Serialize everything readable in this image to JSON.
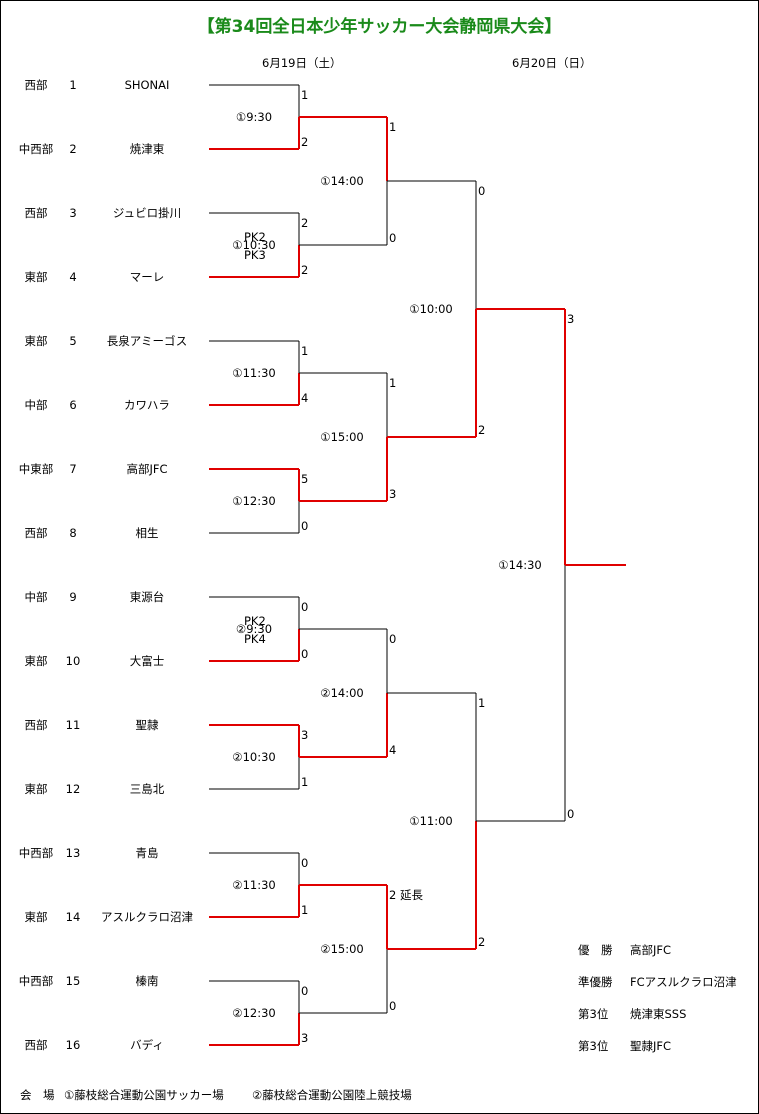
{
  "title": "【第34回全日本少年サッカー大会静岡県大会】",
  "dates": {
    "day1": "6月19日（土）",
    "day2": "6月20日（日）"
  },
  "colors": {
    "title": "#1a8a1a",
    "winner_line": "#e00000",
    "line": "#000000"
  },
  "teams": [
    {
      "region": "西部",
      "seed": "1",
      "name": "SHONAI"
    },
    {
      "region": "中西部",
      "seed": "2",
      "name": "焼津東"
    },
    {
      "region": "西部",
      "seed": "3",
      "name": "ジュビロ掛川"
    },
    {
      "region": "東部",
      "seed": "4",
      "name": "マーレ"
    },
    {
      "region": "東部",
      "seed": "5",
      "name": "長泉アミーゴス"
    },
    {
      "region": "中部",
      "seed": "6",
      "name": "カワハラ"
    },
    {
      "region": "中東部",
      "seed": "7",
      "name": "高部JFC"
    },
    {
      "region": "西部",
      "seed": "8",
      "name": "相生"
    },
    {
      "region": "中部",
      "seed": "9",
      "name": "東源台"
    },
    {
      "region": "東部",
      "seed": "10",
      "name": "大富士"
    },
    {
      "region": "西部",
      "seed": "11",
      "name": "聖隷"
    },
    {
      "region": "東部",
      "seed": "12",
      "name": "三島北"
    },
    {
      "region": "中西部",
      "seed": "13",
      "name": "青島"
    },
    {
      "region": "東部",
      "seed": "14",
      "name": "アスルクラロ沼津"
    },
    {
      "region": "中西部",
      "seed": "15",
      "name": "榛南"
    },
    {
      "region": "西部",
      "seed": "16",
      "name": "バディ"
    }
  ],
  "round1": [
    {
      "time": "①9:30",
      "s1": "1",
      "s2": "2",
      "winner": 2
    },
    {
      "time": "①10:30",
      "s1": "2",
      "s2": "2",
      "winner": 2,
      "pk1": "PK2",
      "pk2": "PK3"
    },
    {
      "time": "①11:30",
      "s1": "1",
      "s2": "4",
      "winner": 2
    },
    {
      "time": "①12:30",
      "s1": "5",
      "s2": "0",
      "winner": 1
    },
    {
      "time": "②9:30",
      "s1": "0",
      "s2": "0",
      "winner": 2,
      "pk1": "PK2",
      "pk2": "PK4"
    },
    {
      "time": "②10:30",
      "s1": "3",
      "s2": "1",
      "winner": 1
    },
    {
      "time": "②11:30",
      "s1": "0",
      "s2": "1",
      "winner": 2
    },
    {
      "time": "②12:30",
      "s1": "0",
      "s2": "3",
      "winner": 2
    }
  ],
  "round2": [
    {
      "time": "①14:00",
      "s1": "1",
      "s2": "0",
      "winner": 1
    },
    {
      "time": "①15:00",
      "s1": "1",
      "s2": "3",
      "winner": 2
    },
    {
      "time": "②14:00",
      "s1": "0",
      "s2": "4",
      "winner": 2
    },
    {
      "time": "②15:00",
      "s1": "2 延長",
      "s2": "0",
      "winner": 1
    }
  ],
  "semis": [
    {
      "time": "①10:00",
      "s1": "0",
      "s2": "2",
      "winner": 2
    },
    {
      "time": "①11:00",
      "s1": "1",
      "s2": "2",
      "winner": 2
    }
  ],
  "final": {
    "time": "①14:30",
    "s1": "3",
    "s2": "0",
    "winner": 1
  },
  "results": [
    {
      "label": "優　勝",
      "value": "高部JFC"
    },
    {
      "label": "準優勝",
      "value": "FCアスルクラロ沼津"
    },
    {
      "label": "第3位",
      "value": "焼津東SSS"
    },
    {
      "label": "第3位",
      "value": "聖隷JFC"
    }
  ],
  "venue": {
    "label": "会　場",
    "v1": "①藤枝総合運動公園サッカー場",
    "v2": "②藤枝総合運動公園陸上競技場"
  }
}
